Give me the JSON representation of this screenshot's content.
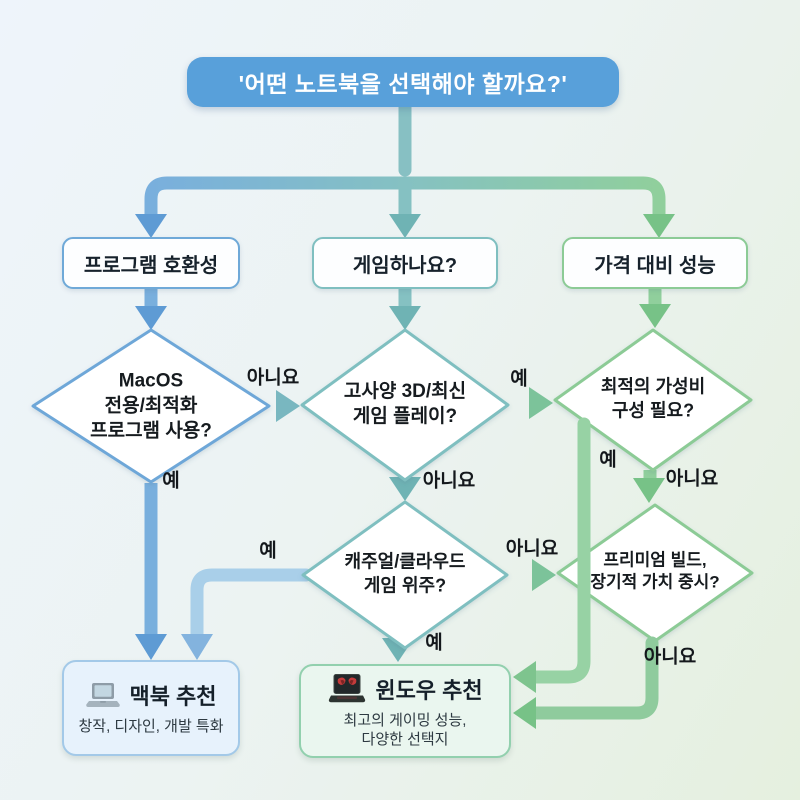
{
  "title": "'어떤 노트북을 선택해야 할까요?'",
  "edge_labels": {
    "yes": "예",
    "no": "아니요"
  },
  "branches": {
    "compatibility": "프로그램 호환성",
    "gaming": "게임하나요?",
    "value": "가격 대비 성능"
  },
  "decisions": {
    "macos_programs": "MacOS\n전용/최적화\n프로그램 사용?",
    "high_spec_games": "고사양 3D/최신\n게임 플레이?",
    "best_value_build": "최적의 가성비\n구성 필요?",
    "casual_cloud_games": "캐주얼/클라우드\n게임 위주?",
    "premium_build": "프리미엄 빌드,\n장기적 가치 중시?"
  },
  "results": {
    "macbook": {
      "title": "맥북 추천",
      "subtitle": "창작, 디자인, 개발 특화",
      "icon": "macbook-laptop-icon"
    },
    "windows": {
      "title": "윈도우 추천",
      "subtitle": "최고의 게이밍 성능,\n다양한 선택지",
      "icon": "gaming-laptop-icon"
    }
  },
  "colors": {
    "title_bg": "#58a0da",
    "branch_blue": "#79afdd",
    "branch_teal": "#85c1c2",
    "branch_green": "#90cf9c"
  }
}
